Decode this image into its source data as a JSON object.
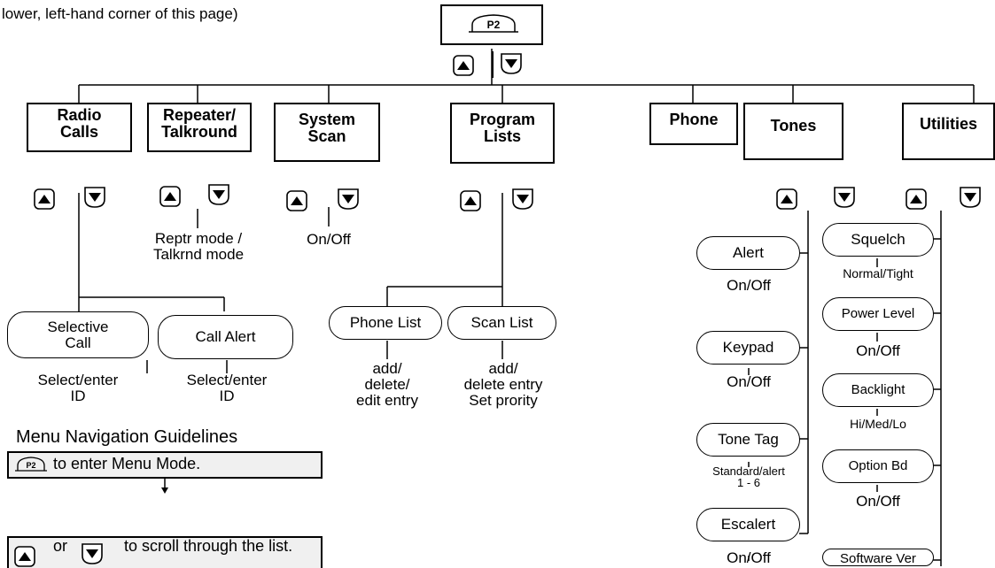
{
  "header_note": "lower, left-hand corner of this page)",
  "p2_key_label": "P2",
  "categories": {
    "radio_calls": "Radio\nCalls",
    "repeater": "Repeater/\nTalkround",
    "system_scan": "System\nScan",
    "program_lists": "Program\nLists",
    "phone": "Phone",
    "tones": "Tones",
    "utilities": "Utilities"
  },
  "radio_calls": {
    "selective_call": "Selective\nCall",
    "selective_call_desc": "Select/enter\nID",
    "call_alert": "Call Alert",
    "call_alert_desc": "Select/enter\nID"
  },
  "repeater_desc": "Reptr mode /\nTalkrnd mode",
  "system_scan_desc": "On/Off",
  "program_lists": {
    "phone_list": "Phone List",
    "phone_list_desc": "add/\ndelete/\nedit entry",
    "scan_list": "Scan List",
    "scan_list_desc": "add/\ndelete entry\nSet prority"
  },
  "tones": {
    "alert": "Alert",
    "alert_desc": "On/Off",
    "keypad": "Keypad",
    "keypad_desc": "On/Off",
    "tone_tag": "Tone Tag",
    "tone_tag_desc": "Standard/alert\n1 - 6",
    "escalert": "Escalert",
    "escalert_desc": "On/Off"
  },
  "utilities": {
    "squelch": "Squelch",
    "squelch_desc": "Normal/Tight",
    "power_level": "Power Level",
    "power_level_desc": "On/Off",
    "backlight": "Backlight",
    "backlight_desc": "Hi/Med/Lo",
    "option_bd": "Option Bd",
    "option_bd_desc": "On/Off",
    "software_ver": "Software Ver"
  },
  "guidelines": {
    "title": "Menu Navigation Guidelines",
    "step1": "to enter Menu Mode.",
    "step2_or": "or",
    "step2": "to scroll through the list."
  },
  "colors": {
    "line": "#000000",
    "guide_bg": "#f0f0f0"
  }
}
